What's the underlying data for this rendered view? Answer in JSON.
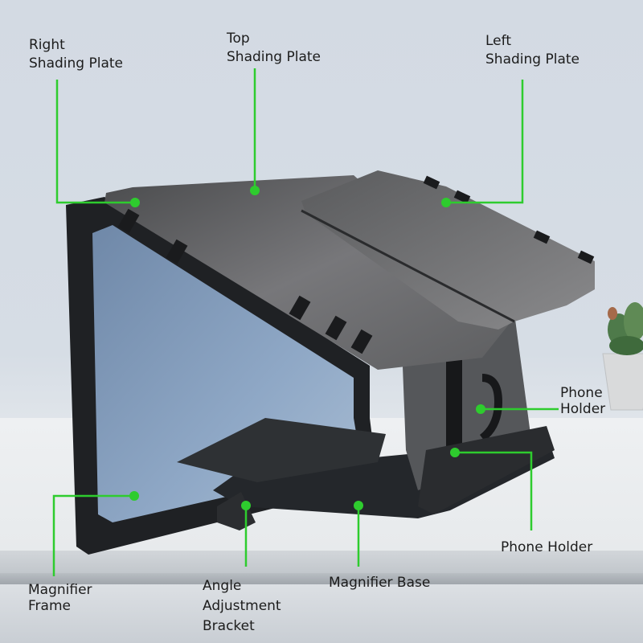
{
  "image": {
    "subject": "Phone screen magnifier with shading plates",
    "accent_color": "#2ecc2e",
    "callouts": [
      {
        "id": "right-shading-plate",
        "label": "Right\nShading Plate"
      },
      {
        "id": "top-shading-plate",
        "label": "Top\nShading Plate"
      },
      {
        "id": "left-shading-plate",
        "label": "Left\nShading Plate"
      },
      {
        "id": "phone-holder-upper",
        "label": "Phone\nHolder"
      },
      {
        "id": "phone-holder-lower",
        "label": "Phone Holder"
      },
      {
        "id": "magnifier-frame",
        "label": "Magnifier\nFrame"
      },
      {
        "id": "angle-adjustment-bracket",
        "label": "Angle\nAdjustment\nBracket"
      },
      {
        "id": "magnifier-base",
        "label": "Magnifier Base"
      }
    ]
  }
}
